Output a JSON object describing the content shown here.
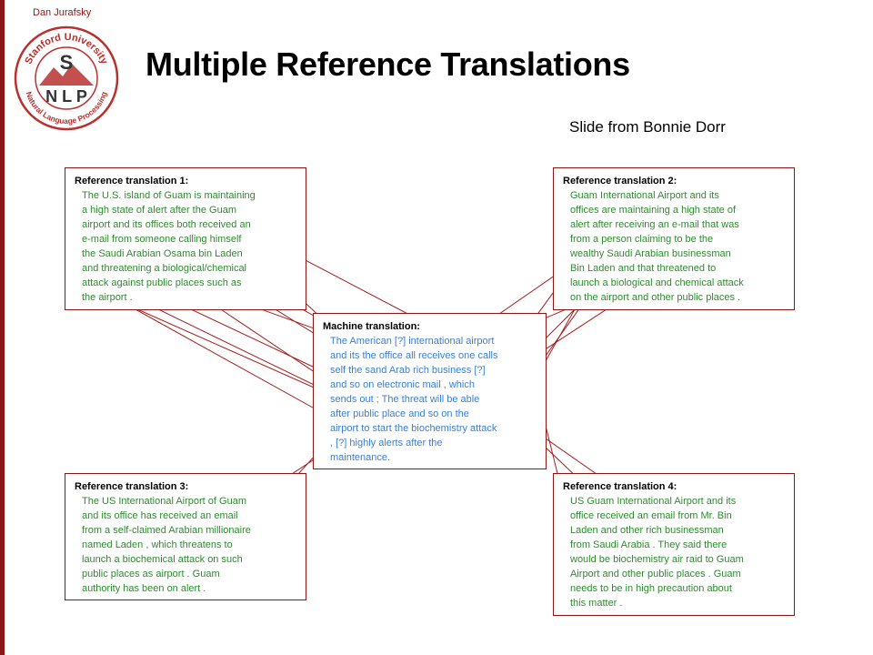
{
  "header": {
    "author": "Dan Jurafsky",
    "title": "Multiple Reference Translations",
    "credit": "Slide from Bonnie Dorr"
  },
  "logo": {
    "ring_text_top": "Stanford University",
    "ring_text_bottom": "Natural Language Processing",
    "letter_s": "S",
    "letters_nlp": "N L P",
    "color": "#b8312f"
  },
  "colors": {
    "brand": "#8c1515",
    "reference_text": "#2e8b2e",
    "machine_text": "#3a7fd6",
    "link_line": "#a31d1d"
  },
  "ref1": {
    "title": "Reference translation 1:",
    "lines": [
      "The U.S. island of Guam is maintaining",
      "a high state of alert after the Guam",
      "airport and its offices both received an",
      "e-mail from someone calling himself",
      "the Saudi Arabian Osama bin Laden",
      "and threatening a biological/chemical",
      "attack against public places such as",
      "the airport ."
    ]
  },
  "ref2": {
    "title": "Reference translation 2:",
    "lines": [
      "Guam International Airport and its",
      "offices are maintaining a high state of",
      "alert after receiving an e-mail that was",
      "from a person claiming to be the",
      "wealthy Saudi Arabian businessman",
      "Bin Laden and that threatened to",
      "launch a biological and chemical attack",
      "on the airport and other public places ."
    ]
  },
  "machine": {
    "title": "Machine translation:",
    "lines": [
      "The American [?] international airport",
      "and its the office all receives one calls",
      "self the sand Arab rich business [?]",
      "and so on electronic mail , which",
      "sends out ; The threat will be able",
      "after public place and so on the",
      "airport to start the biochemistry attack",
      ", [?] highly alerts after the",
      "maintenance."
    ]
  },
  "ref3": {
    "title": "Reference translation 3:",
    "lines": [
      "The US International Airport of Guam",
      "and its office has received an email",
      "from a self-claimed Arabian millionaire",
      "named Laden , which threatens to",
      "launch a biochemical attack on such",
      "public places as airport . Guam",
      "authority has been on alert ."
    ]
  },
  "ref4": {
    "title": "Reference translation 4:",
    "lines": [
      "US Guam International Airport and its",
      "office received an email from Mr. Bin",
      "Laden and other rich businessman",
      "from Saudi Arabia . They said there",
      "would be biochemistry air raid to Guam",
      "Airport and other public places . Guam",
      "needs to be in high precaution about",
      "this matter ."
    ]
  }
}
